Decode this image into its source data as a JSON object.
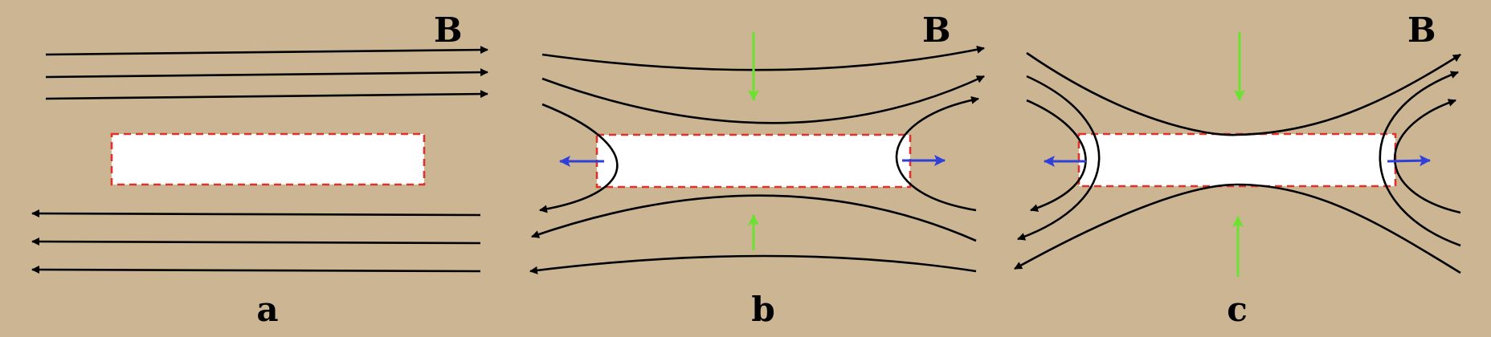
{
  "panels": [
    {
      "id": "a",
      "field_label": "B",
      "panel_label": "a"
    },
    {
      "id": "b",
      "field_label": "B",
      "panel_label": "b"
    },
    {
      "id": "c",
      "field_label": "B",
      "panel_label": "c"
    }
  ],
  "colors": {
    "background": "#cbb592",
    "field_lines": "#000000",
    "sheet_fill": "#ffffff",
    "sheet_border": "#e0312a",
    "inflow_arrows": "#6ae22f",
    "outflow_arrows": "#2f3fd9"
  }
}
